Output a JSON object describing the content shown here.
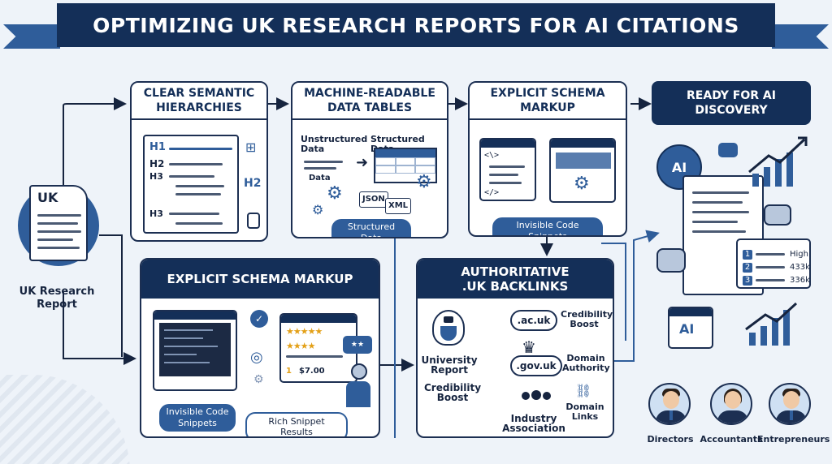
{
  "title": "OPTIMIZING UK RESEARCH REPORTS FOR AI CITATIONS",
  "source_doc": {
    "badge": "UK",
    "label": "UK Research Report"
  },
  "hierarchies": {
    "title": "CLEAR SEMANTIC HIERARCHIES",
    "h1": "H1",
    "h2": "H2",
    "h3a": "H3",
    "h3b": "H3",
    "h2_side": "H2"
  },
  "tables": {
    "title": "MACHINE-READABLE DATA TABLES",
    "unstructured": "Unstructured Data",
    "structured": "Structured Data",
    "data_word": "Data",
    "json": "JSON",
    "xml": "XML",
    "pill": "Structured Data"
  },
  "schema_top": {
    "title": "EXPLICIT SCHEMA MARKUP",
    "pill": "Invisible Code Snippets"
  },
  "ready": {
    "title": "READY FOR AI DISCOVERY",
    "ai": "AI"
  },
  "schema_bottom": {
    "title": "EXPLICIT SCHEMA MARKUP",
    "pill_left": "Invisible Code Snippets",
    "pill_right": "Rich Snippet Results",
    "price": "$7.00",
    "rank": "1"
  },
  "backlinks": {
    "title": "AUTHORITATIVE .UK BACKLINKS",
    "ac": ".ac.uk",
    "gov": ".gov.uk",
    "cred1": "Credibility Boost",
    "domain_authority": "Domain Authority",
    "domain_links": "Domain Links",
    "university": "University Report",
    "cred2": "Credibility Boost",
    "industry": "Industry Association"
  },
  "ranking": {
    "r1": "1",
    "r2": "2",
    "r3": "3",
    "v1": "High",
    "v2": "433k",
    "v3": "336k"
  },
  "ai_card": "AI",
  "audience": [
    "Directors",
    "Accountants",
    "Entrepreneurs"
  ],
  "colors": {
    "navy": "#142f58",
    "accent": "#2f5d9a",
    "bg": "#eef3f9"
  }
}
